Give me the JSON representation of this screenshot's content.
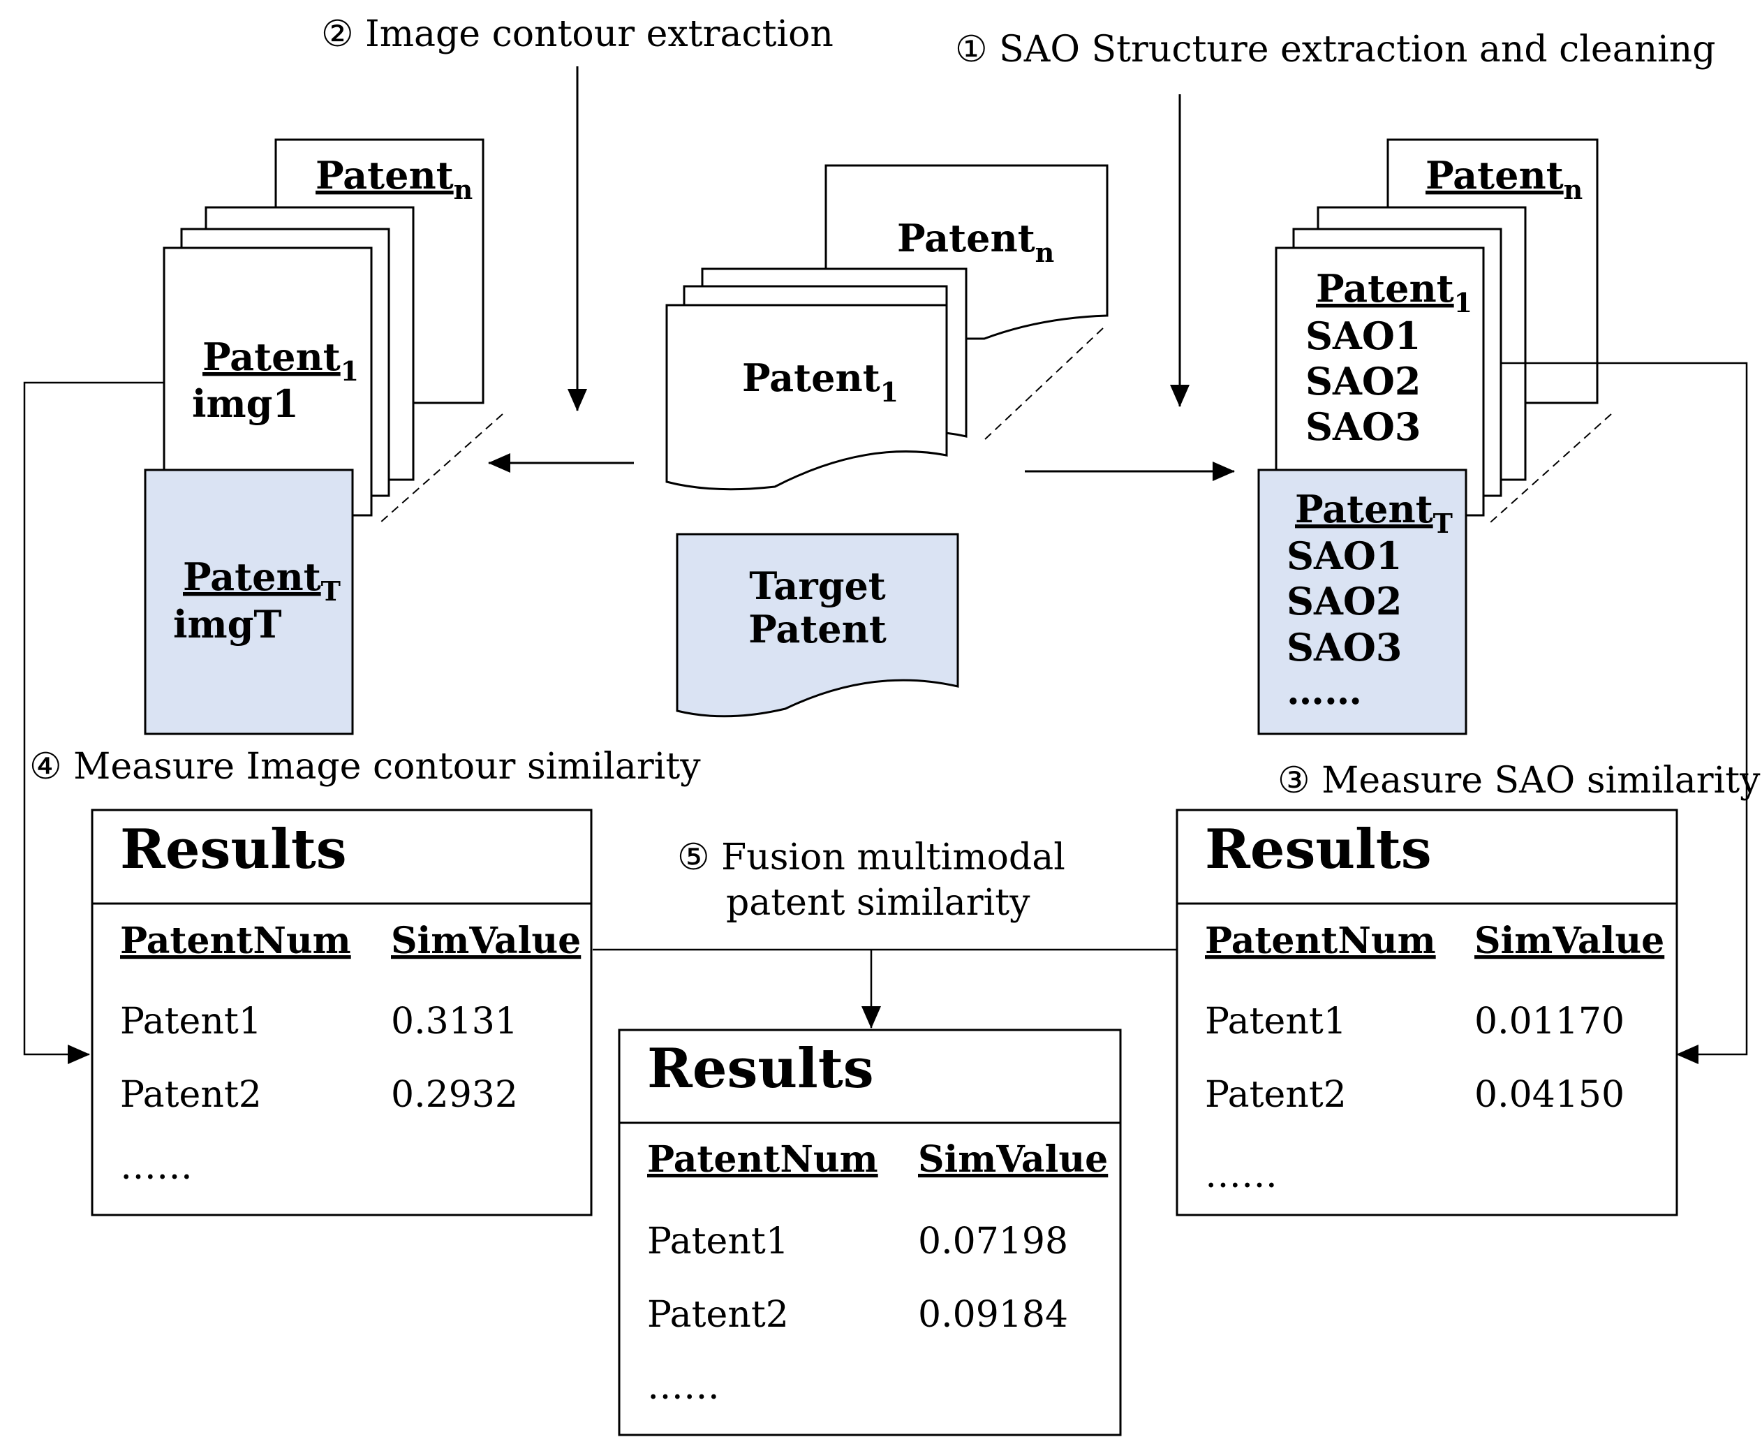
{
  "steps": {
    "s1": "① SAO Structure extraction and cleaning",
    "s2": "② Image contour extraction",
    "s3": "③ Measure SAO similarity",
    "s4": "④ Measure Image contour similarity",
    "s5_line1": "⑤ Fusion multimodal",
    "s5_line2": "patent similarity"
  },
  "center": {
    "back_doc": {
      "base": "Patent",
      "sub": "n"
    },
    "front_doc": {
      "base": "Patent",
      "sub": "1"
    },
    "target": {
      "line1": "Target",
      "line2": "Patent"
    }
  },
  "left_stack": {
    "back": {
      "base": "Patent",
      "sub": "n"
    },
    "front": {
      "base": "Patent",
      "sub": "1",
      "line": "img1"
    },
    "target": {
      "base": "Patent",
      "sub": "T",
      "line": "imgT"
    }
  },
  "right_stack": {
    "back": {
      "base": "Patent",
      "sub": "n"
    },
    "front": {
      "base": "Patent",
      "sub": "1",
      "lines": [
        "SAO1",
        "SAO2",
        "SAO3"
      ]
    },
    "target": {
      "base": "Patent",
      "sub": "T",
      "lines": [
        "SAO1",
        "SAO2",
        "SAO3",
        "……"
      ]
    }
  },
  "results": {
    "left": {
      "title": "Results",
      "headers": [
        "PatentNum",
        "SimValue"
      ],
      "rows": [
        [
          "Patent1",
          "0.3131"
        ],
        [
          "Patent2",
          "0.2932"
        ]
      ],
      "more": "……"
    },
    "right": {
      "title": "Results",
      "headers": [
        "PatentNum",
        "SimValue"
      ],
      "rows": [
        [
          "Patent1",
          "0.01170"
        ],
        [
          "Patent2",
          "0.04150"
        ]
      ],
      "more": "……"
    },
    "fused": {
      "title": "Results",
      "headers": [
        "PatentNum",
        "SimValue"
      ],
      "rows": [
        [
          "Patent1",
          "0.07198"
        ],
        [
          "Patent2",
          "0.09184"
        ]
      ],
      "more": "……"
    }
  },
  "colors": {
    "target_fill": "#dae3f3",
    "stroke": "#000000"
  }
}
